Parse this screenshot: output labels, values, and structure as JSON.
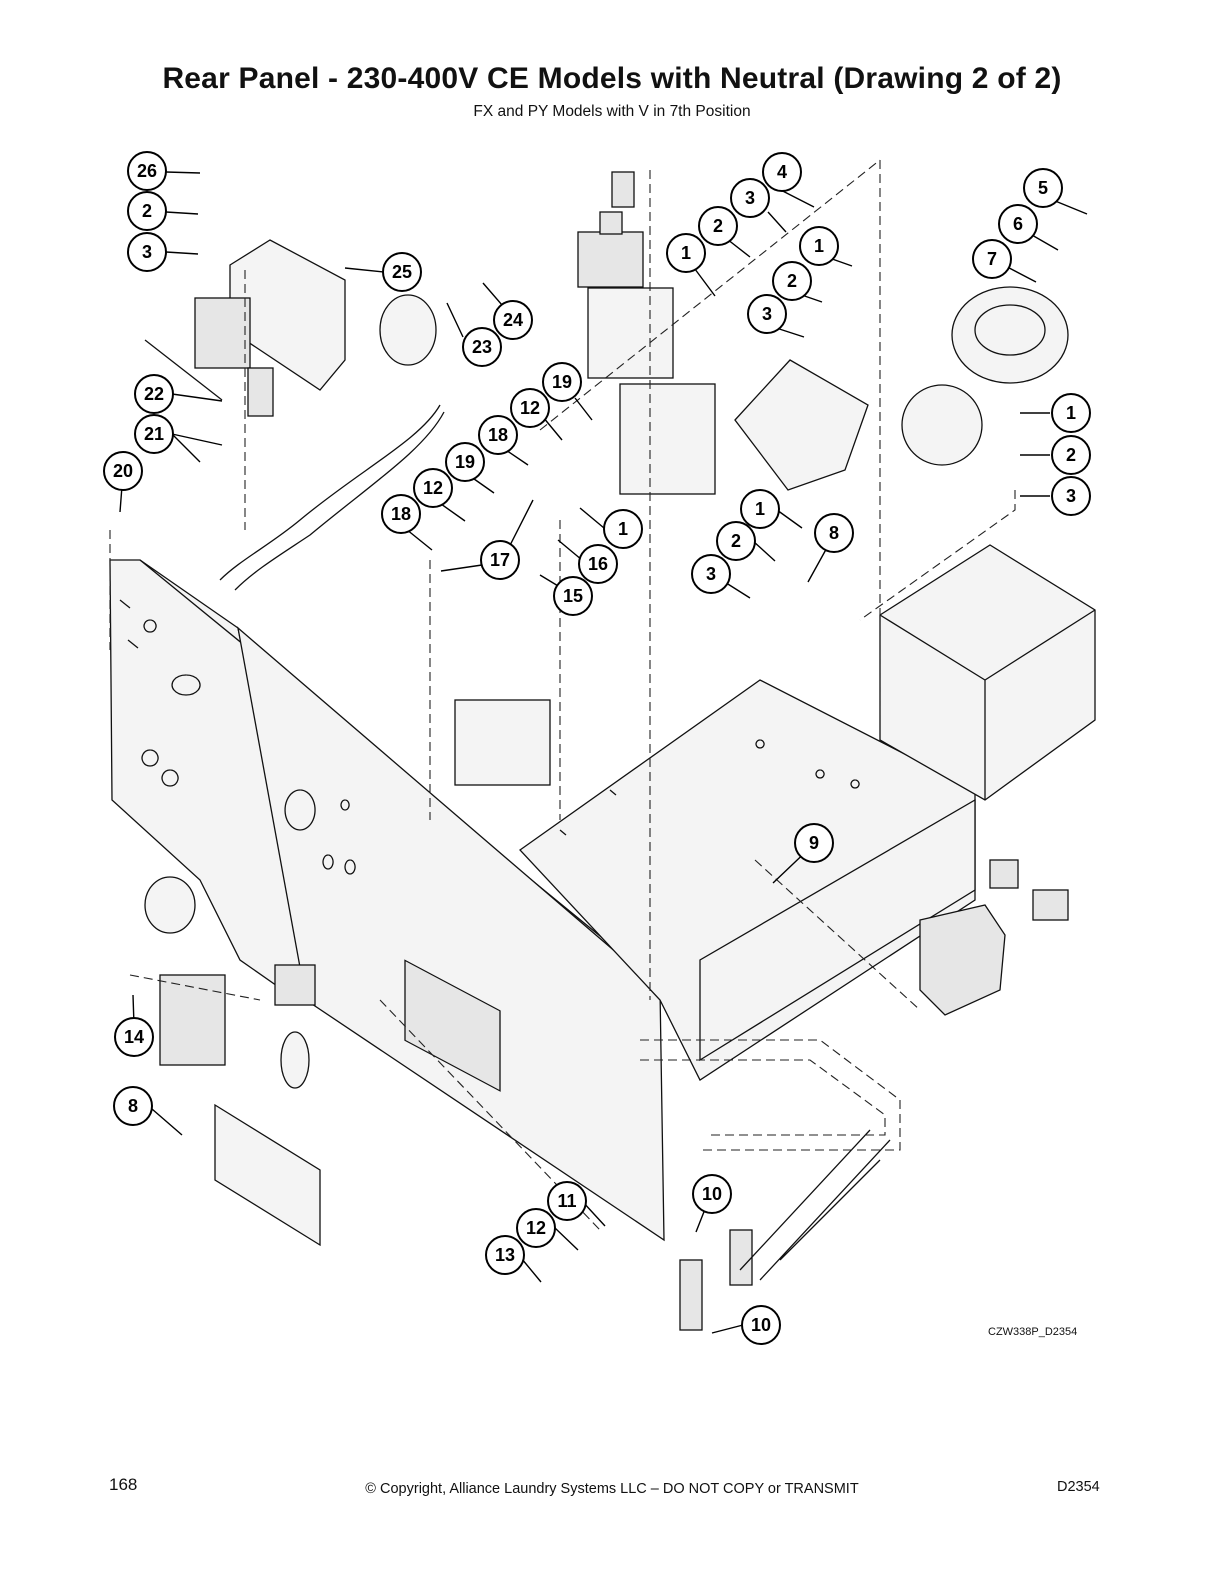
{
  "header": {
    "title": "Rear Panel - 230-400V CE Models with Neutral (Drawing 2 of 2)",
    "subtitle": "FX and PY Models with V in 7th Position"
  },
  "drawing": {
    "code": "CZW338P_D2354",
    "callouts": [
      "26",
      "2",
      "3",
      "25",
      "24",
      "23",
      "22",
      "21",
      "20",
      "4",
      "3",
      "2",
      "1",
      "1",
      "2",
      "3",
      "19",
      "12",
      "18",
      "19",
      "12",
      "18",
      "17",
      "16",
      "15",
      "1",
      "5",
      "6",
      "7",
      "1",
      "2",
      "3",
      "1",
      "2",
      "3",
      "8",
      "9",
      "14",
      "8",
      "11",
      "12",
      "13",
      "10",
      "10"
    ]
  },
  "footer": {
    "page_number": "168",
    "copyright": "© Copyright, Alliance Laundry Systems LLC – DO NOT COPY or TRANSMIT",
    "doc_id": "D2354"
  }
}
